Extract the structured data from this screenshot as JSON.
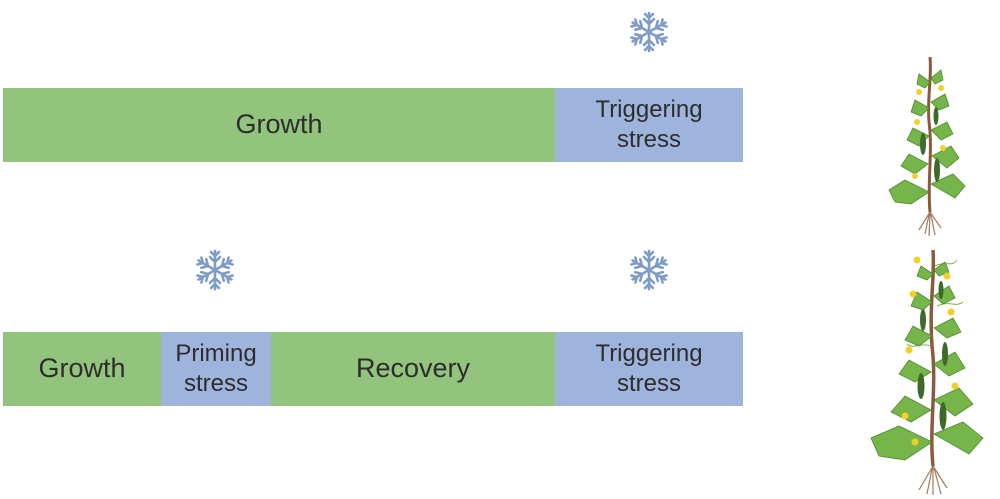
{
  "scenario_single": {
    "segments": [
      {
        "label": "Growth",
        "type": "growth"
      },
      {
        "label_line1": "Triggering",
        "label_line2": "stress",
        "type": "stress"
      }
    ]
  },
  "scenario_primed": {
    "segments": [
      {
        "label": "Growth",
        "type": "growth"
      },
      {
        "label_line1": "Priming",
        "label_line2": "stress",
        "type": "stress"
      },
      {
        "label": "Recovery",
        "type": "growth"
      },
      {
        "label_line1": "Triggering",
        "label_line2": "stress",
        "type": "stress"
      }
    ]
  },
  "icons": {
    "stress_marker": "snowflake-icon",
    "outcome": "cucumber-plant-icon"
  },
  "colors": {
    "growth": "#93c47d",
    "stress": "#9fb4dc",
    "snowflake": "#7f9cc9",
    "leaf": "#76b54a",
    "leaf_dark": "#4e8a2d",
    "stem": "#8b5a3c",
    "flower": "#f2d02b",
    "fruit": "#3f6b2a",
    "root": "#a07a5c"
  }
}
